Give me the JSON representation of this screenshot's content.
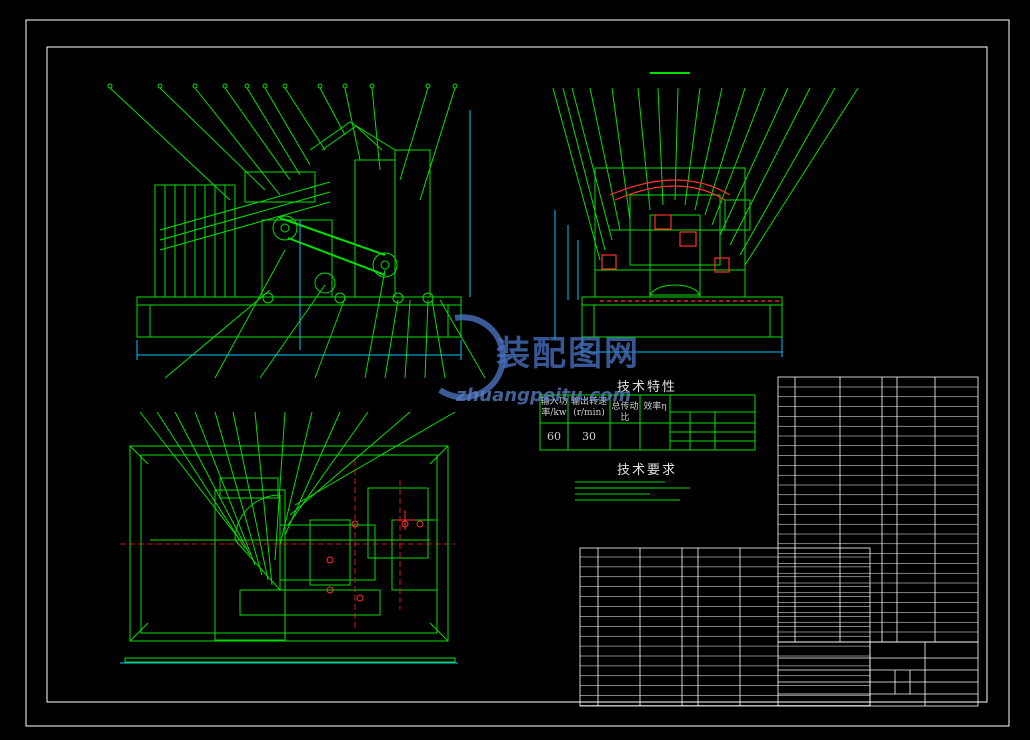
{
  "drawing": {
    "tech_features_title": "技术特性",
    "tech_requirements_title": "技术要求",
    "feature_table": {
      "headers": [
        "输入功率/kw",
        "输出转速(r/min)",
        "总传动比",
        "效率η"
      ],
      "values": [
        "60",
        "30"
      ]
    }
  },
  "watermark": {
    "cn": "装配图网",
    "en": "zhuangpeitu.com"
  },
  "colors": {
    "background": "#000000",
    "drawing_line": "#00e000",
    "cyan_line": "#00c8ff",
    "frame_line": "#ffffff",
    "center_line": "#ff2020",
    "detail_red": "#ff3030",
    "text": "#dcdcdc"
  }
}
